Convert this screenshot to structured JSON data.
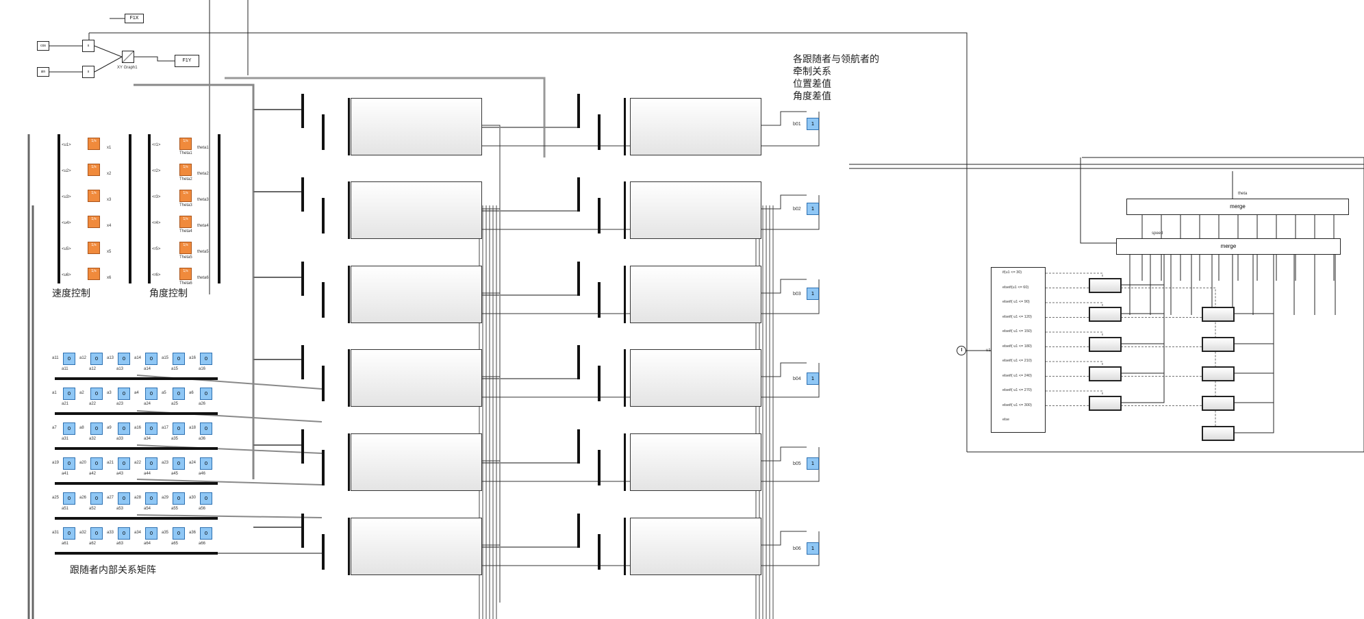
{
  "labels": {
    "speed_control": "速度控制",
    "angle_control": "角度控制",
    "follower_matrix": "跟随者内部关系矩阵",
    "leader_relation": [
      "各跟随者与领航者的",
      "牵制关系",
      "位置差值",
      "角度差值"
    ]
  },
  "top_blocks": {
    "f1x": "F1X",
    "f1y": "F1Y",
    "cos": "cos",
    "sin": "sin",
    "mul": "x",
    "xy_graph": "XY Graph1"
  },
  "speed": {
    "inputs": [
      "<u1>",
      "<u2>",
      "<u3>",
      "<u4>",
      "<u5>",
      "<u6>"
    ],
    "gains": [
      "1/s",
      "1/s",
      "1/s",
      "1/s",
      "1/s",
      "1/s"
    ],
    "outputs": [
      "x1",
      "x2",
      "x3",
      "x4",
      "x5",
      "x6"
    ]
  },
  "angle": {
    "inputs": [
      "<r1>",
      "<r2>",
      "<r3>",
      "<r4>",
      "<r5>",
      "<r6>"
    ],
    "names": [
      "Theta1",
      "Theta2",
      "Theta3",
      "Theta4",
      "Theta5",
      "Theta6"
    ],
    "outputs": [
      "theta1",
      "theta2",
      "theta3",
      "theta4",
      "theta5",
      "theta6"
    ]
  },
  "matrix": {
    "rows": [
      {
        "names": [
          "a11",
          "a12",
          "a13",
          "a14",
          "a15",
          "a16"
        ],
        "values": [
          "0",
          "0",
          "0",
          "0",
          "0",
          "0"
        ],
        "outs": [
          "a11",
          "a12",
          "a13",
          "a14",
          "a15",
          "a16"
        ]
      },
      {
        "names": [
          "a1",
          "a2",
          "a3",
          "a4",
          "a5",
          "a6"
        ],
        "values": [
          "0",
          "0",
          "0",
          "0",
          "0",
          "0"
        ],
        "outs": [
          "a21",
          "a22",
          "a23",
          "a24",
          "a25",
          "a26"
        ]
      },
      {
        "names": [
          "a7",
          "a8",
          "a9",
          "a16",
          "a17",
          "a18"
        ],
        "values": [
          "0",
          "0",
          "0",
          "0",
          "0",
          "0"
        ],
        "outs": [
          "a31",
          "a32",
          "a33",
          "a34",
          "a35",
          "a36"
        ]
      },
      {
        "names": [
          "a19",
          "a20",
          "a21",
          "a22",
          "a23",
          "a24"
        ],
        "values": [
          "0",
          "0",
          "0",
          "0",
          "0",
          "0"
        ],
        "outs": [
          "a41",
          "a42",
          "a43",
          "a44",
          "a45",
          "a46"
        ]
      },
      {
        "names": [
          "a25",
          "a26",
          "a27",
          "a28",
          "a29",
          "a30"
        ],
        "values": [
          "0",
          "0",
          "0",
          "0",
          "0",
          "0"
        ],
        "outs": [
          "a51",
          "a52",
          "a53",
          "a54",
          "a55",
          "a56"
        ]
      },
      {
        "names": [
          "a31",
          "a32",
          "a33",
          "a34",
          "a35",
          "a36"
        ],
        "values": [
          "0",
          "0",
          "0",
          "0",
          "0",
          "0"
        ],
        "outs": [
          "a61",
          "a62",
          "a63",
          "a64",
          "a65",
          "a66"
        ]
      }
    ]
  },
  "leader_gains": {
    "names": [
      "b01",
      "b02",
      "b03",
      "b04",
      "b05",
      "b06"
    ],
    "values": [
      "1",
      "1",
      "1",
      "1",
      "1",
      "1"
    ]
  },
  "right_panel": {
    "merge_top": "merge",
    "merge_bottom": "merge",
    "theta_label": "theta",
    "speed_label": "speed",
    "clock_out": "u1",
    "if_conditions": [
      "if(u1 <= 30)",
      "elseif(u1 <= 60)",
      "elseif( u1 <= 90)",
      "elseif( u1 <= 120)",
      "elseif( u1 <= 150)",
      "elseif( u1 <= 180)",
      "elseif( u1 <= 210)",
      "elseif( u1 <= 240)",
      "elseif( u1 <= 270)",
      "elseif( u1 <= 300)",
      "else"
    ]
  }
}
